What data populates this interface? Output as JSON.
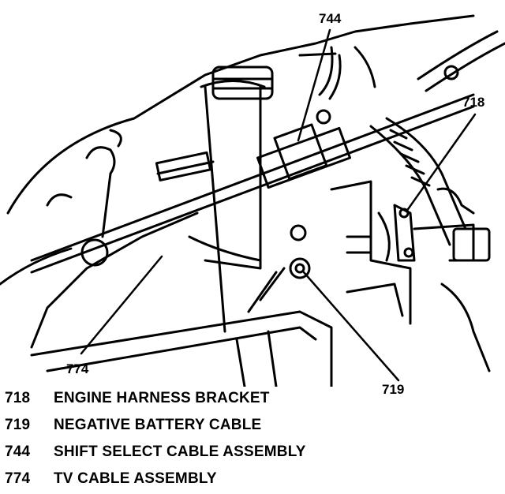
{
  "callouts": {
    "c718": "718",
    "c719": "719",
    "c744": "744",
    "c774": "774"
  },
  "legend": [
    {
      "number": "718",
      "text": "ENGINE HARNESS BRACKET"
    },
    {
      "number": "719",
      "text": "NEGATIVE BATTERY CABLE"
    },
    {
      "number": "744",
      "text": "SHIFT SELECT CABLE ASSEMBLY"
    },
    {
      "number": "774",
      "text": "TV CABLE ASSEMBLY"
    }
  ]
}
